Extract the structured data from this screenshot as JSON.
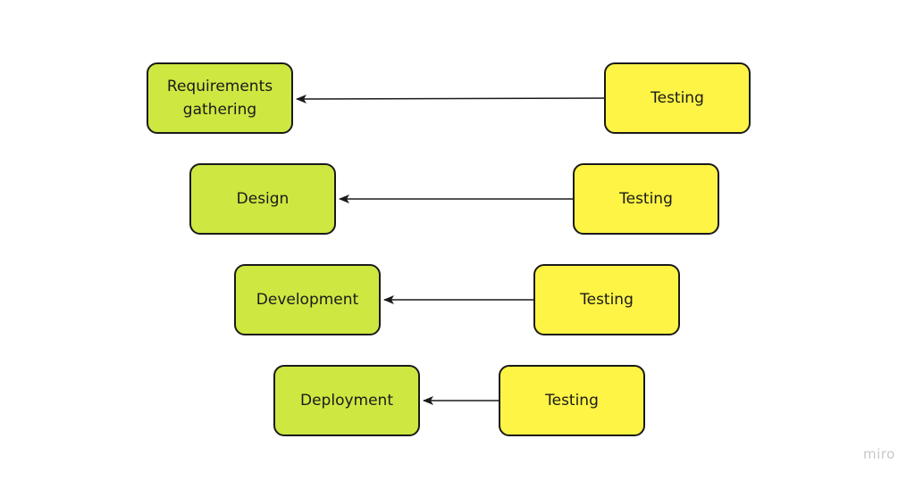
{
  "diagram": {
    "phases": [
      {
        "label": "Requirements gathering",
        "test_label": "Testing"
      },
      {
        "label": "Design",
        "test_label": "Testing"
      },
      {
        "label": "Development",
        "test_label": "Testing"
      },
      {
        "label": "Deployment",
        "test_label": "Testing"
      }
    ],
    "colors": {
      "phase": "#cee741",
      "testing": "#fef445",
      "stroke": "#1a1a1a"
    }
  },
  "watermark": "miro"
}
